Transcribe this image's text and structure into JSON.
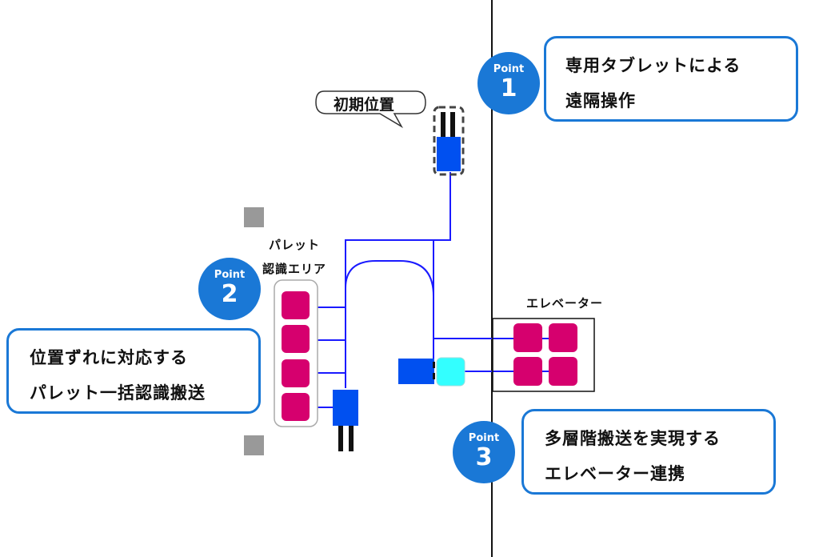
{
  "colors": {
    "accent_blue": "#1a78d6",
    "path_blue": "#1a1aff",
    "vehicle_blue": "#0050f0",
    "pallet_magenta": "#d6006e",
    "cyan_pallet": "#33ffff",
    "marker_gray": "#999999"
  },
  "initial_position": {
    "label": "初期位置"
  },
  "pallet_area": {
    "label_line1": "パレット",
    "label_line2": "認識エリア",
    "pallet_count": 4
  },
  "elevator": {
    "label": "エレベーター",
    "pallet_count": 4
  },
  "points": [
    {
      "badge_label": "Point",
      "number": "1",
      "line1": "専用タブレットによる",
      "line2": "遠隔操作"
    },
    {
      "badge_label": "Point",
      "number": "2",
      "line1": "位置ずれに対応する",
      "line2": "パレット一括認識搬送"
    },
    {
      "badge_label": "Point",
      "number": "3",
      "line1": "多層階搬送を実現する",
      "line2": "エレベーター連携"
    }
  ]
}
